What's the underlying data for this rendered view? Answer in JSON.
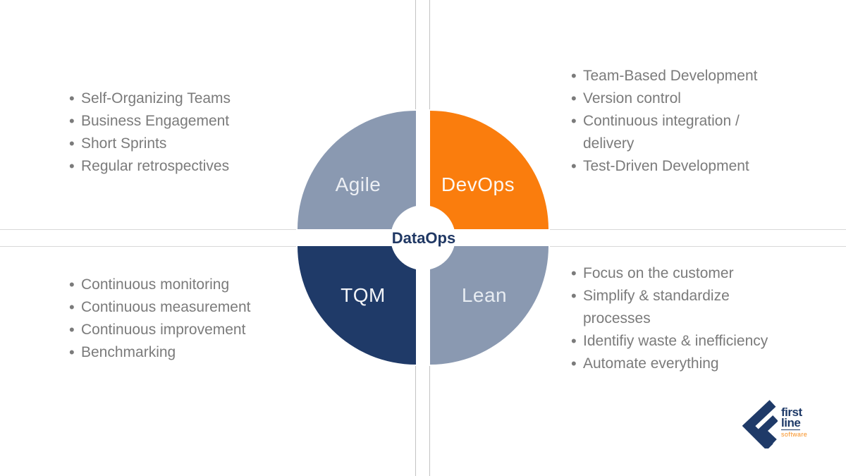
{
  "diagram": {
    "center_label": "DataOps",
    "segments": [
      {
        "id": "agile",
        "label": "Agile",
        "color": "#8a99b1",
        "label_color": "#eceff4"
      },
      {
        "id": "devops",
        "label": "DevOps",
        "color": "#fa7d0d",
        "label_color": "#fdf7f1"
      },
      {
        "id": "tqm",
        "label": "TQM",
        "color": "#1f3a68",
        "label_color": "#f2f4f8"
      },
      {
        "id": "lean",
        "label": "Lean",
        "color": "#8a99b1",
        "label_color": "#e7ecf2"
      }
    ]
  },
  "lists": {
    "agile": {
      "items": [
        [
          "Self-Organizing Teams"
        ],
        [
          "Business Engagement"
        ],
        [
          "Short Sprints"
        ],
        [
          "Regular retrospectives"
        ]
      ]
    },
    "devops": {
      "items": [
        [
          "Team-Based Development"
        ],
        [
          "Version control"
        ],
        [
          "Continuous integration /",
          "delivery"
        ],
        [
          "Test-Driven Development"
        ]
      ]
    },
    "tqm": {
      "items": [
        [
          "Continuous monitoring"
        ],
        [
          "Continuous measurement"
        ],
        [
          "Continuous improvement"
        ],
        [
          "Benchmarking"
        ]
      ]
    },
    "lean": {
      "items": [
        [
          "Focus on the customer"
        ],
        [
          "Simplify & standardize",
          "processes"
        ],
        [
          "Identifiy waste & inefficiency"
        ],
        [
          "Automate everything"
        ]
      ]
    }
  },
  "logo": {
    "word1": "first",
    "word2": "line",
    "word3": "software",
    "mark_color": "#1f3a68",
    "text_color": "#1f3a68",
    "software_color": "#f78e1e"
  },
  "colors": {
    "background": "#ffffff",
    "grid_vertical": "#c3c3c3",
    "grid_horizontal": "#d9d9d9",
    "center_text": "#203864",
    "list_text": "#7b7b7b"
  }
}
